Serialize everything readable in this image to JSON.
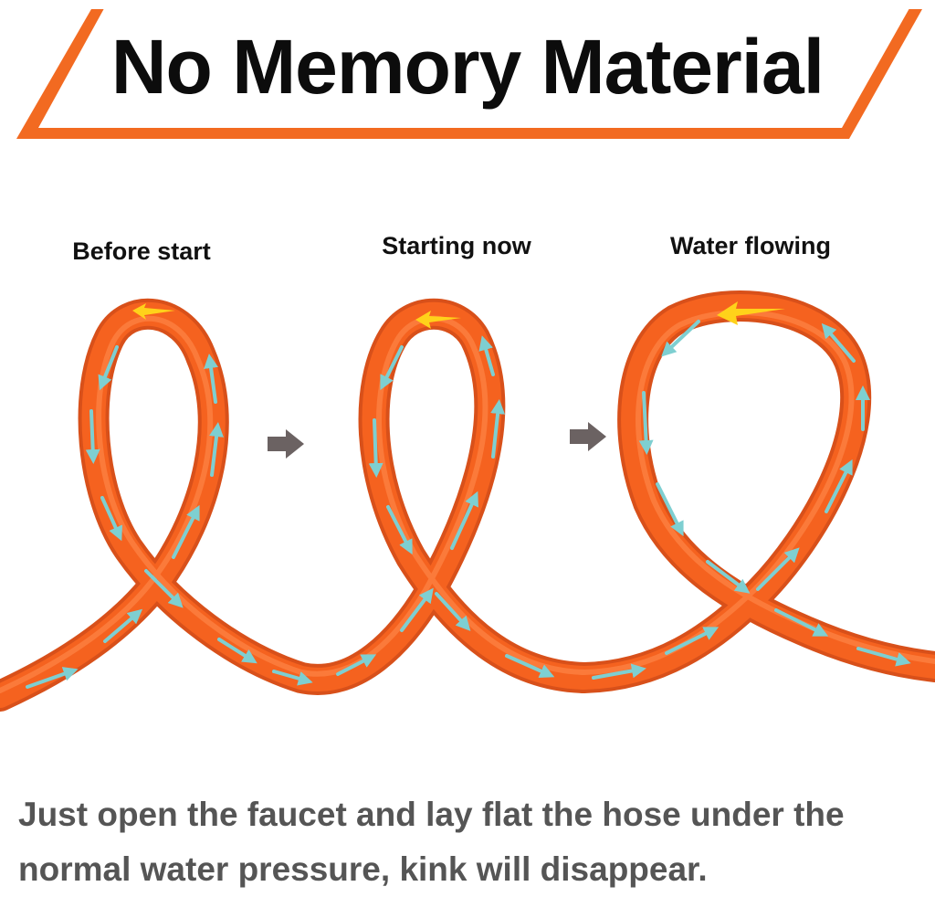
{
  "title": "No Memory Material",
  "stages": [
    {
      "label": "Before start"
    },
    {
      "label": "Starting now"
    },
    {
      "label": "Water flowing"
    }
  ],
  "caption": {
    "line1": "Just open the faucet and lay flat the hose under the",
    "line2": "normal water pressure, kink will disappear."
  },
  "colors": {
    "accent": "#f26a21",
    "hose": "#f5621f",
    "flow_arrow": "#7ecfd1",
    "direction_arrow": "#ffd21a",
    "step_arrow": "#6b6262",
    "caption_text": "#555555"
  },
  "icons": [
    "step-arrow-icon",
    "flow-arrow-icon",
    "direction-arrow-icon"
  ]
}
